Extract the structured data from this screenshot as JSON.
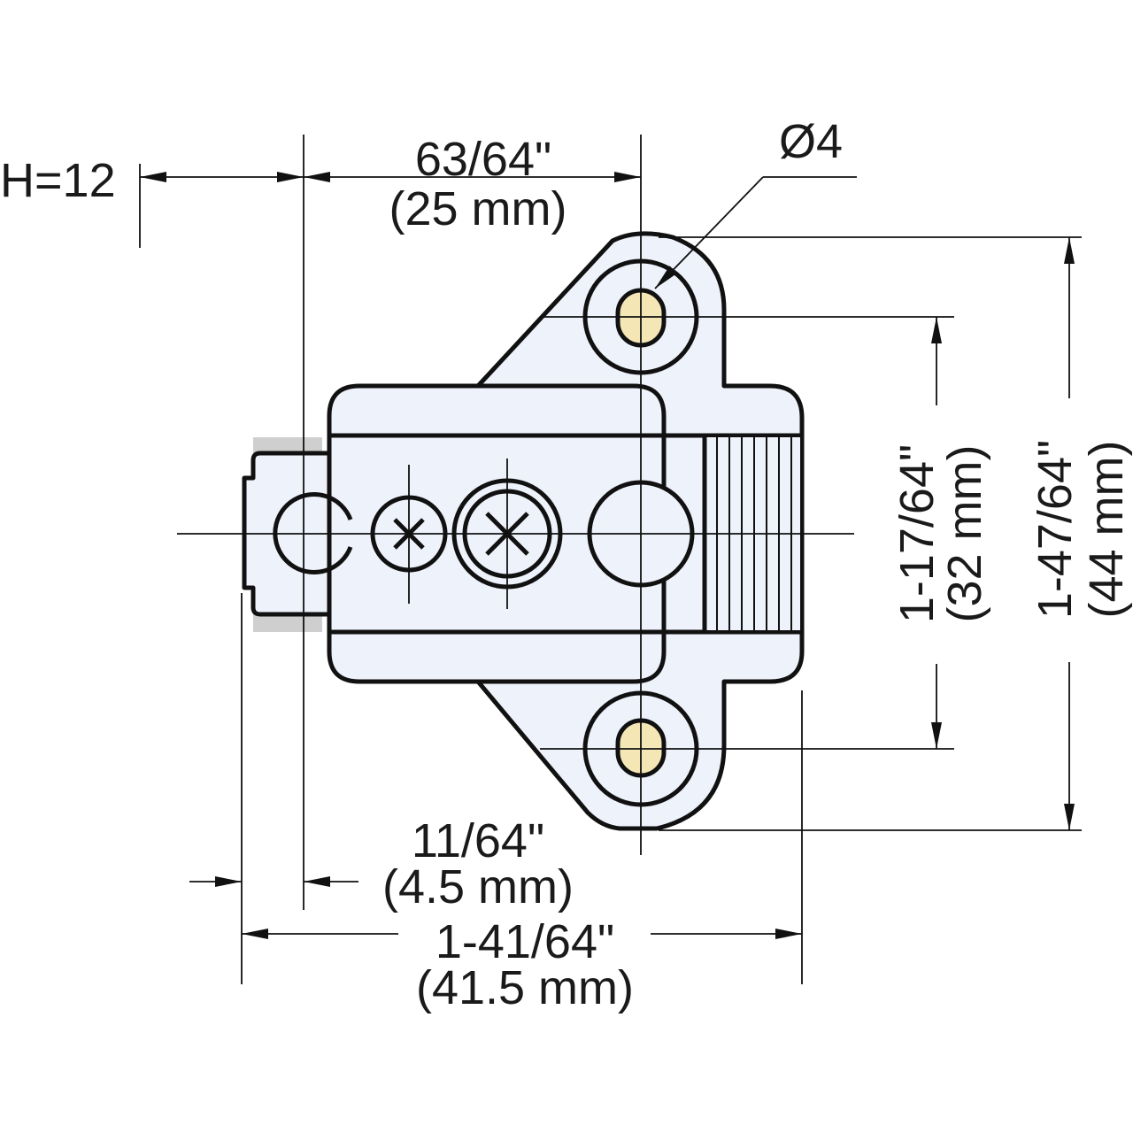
{
  "colors": {
    "part_fill": "#eef2fb",
    "pin_fill": "#f5e6b6",
    "stub_shadow": "#cfcfcf",
    "line": "#111111"
  },
  "labels": {
    "height": "H=12",
    "pin_diameter": "Ø4",
    "pin_offset_in": "63/64\"",
    "pin_offset_mm": "(25 mm)",
    "stub_offset_in": "11/64\"",
    "stub_offset_mm": "(4.5 mm)",
    "overall_width_in": "1-41/64\"",
    "overall_width_mm": "(41.5 mm)",
    "hole_spacing_in": "1-17/64\"",
    "hole_spacing_mm": "(32 mm)",
    "overall_height_in": "1-47/64\"",
    "overall_height_mm": "(44 mm)"
  }
}
